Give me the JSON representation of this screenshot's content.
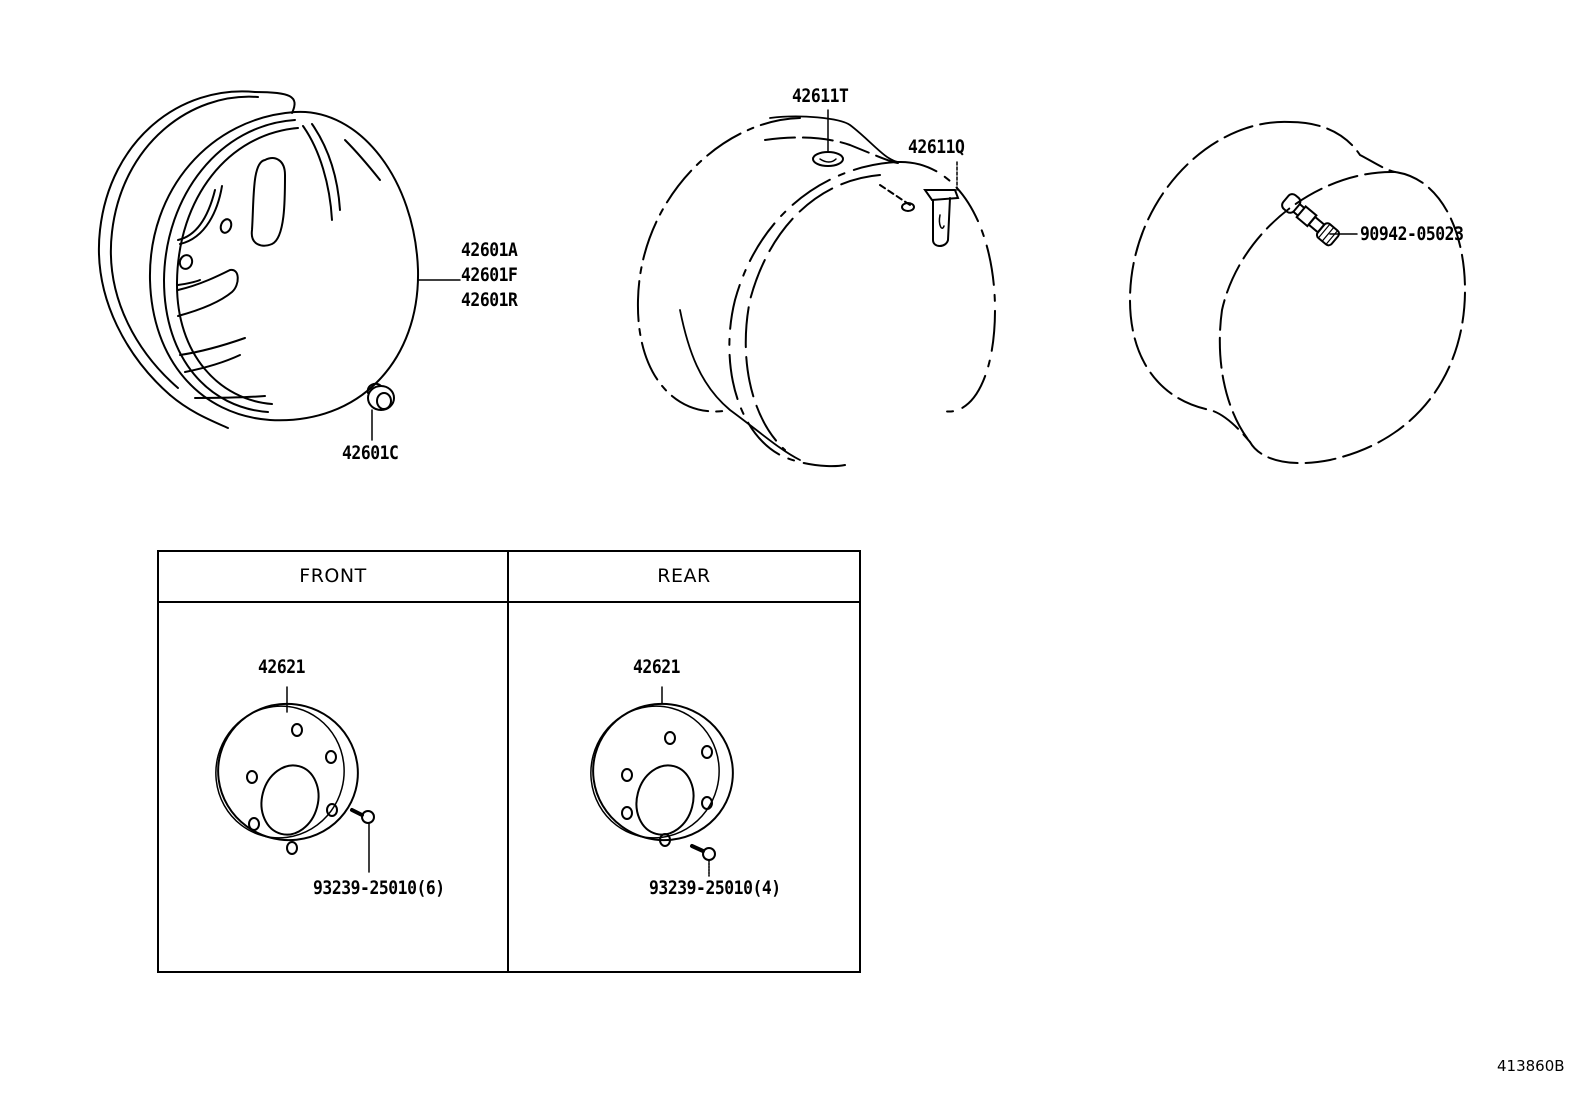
{
  "diagram": {
    "type": "exploded parts diagram",
    "subject": "disc wheel, balance weight, valve, ornament",
    "reference_code": "413860B"
  },
  "parts": {
    "wheel": {
      "labels": [
        "42601A",
        "42601F",
        "42601R"
      ]
    },
    "hub_nut_cap": {
      "label": "42601C"
    },
    "balance_weight": {
      "label": "42611T"
    },
    "balance_weight_clip": {
      "label": "42611Q"
    },
    "valve": {
      "label": "90942-05023"
    }
  },
  "table": {
    "columns": [
      {
        "header": "FRONT",
        "ornament_label": "42621",
        "screw_label": "93239-25010(6)"
      },
      {
        "header": "REAR",
        "ornament_label": "42621",
        "screw_label": "93239-25010(4)"
      }
    ]
  }
}
